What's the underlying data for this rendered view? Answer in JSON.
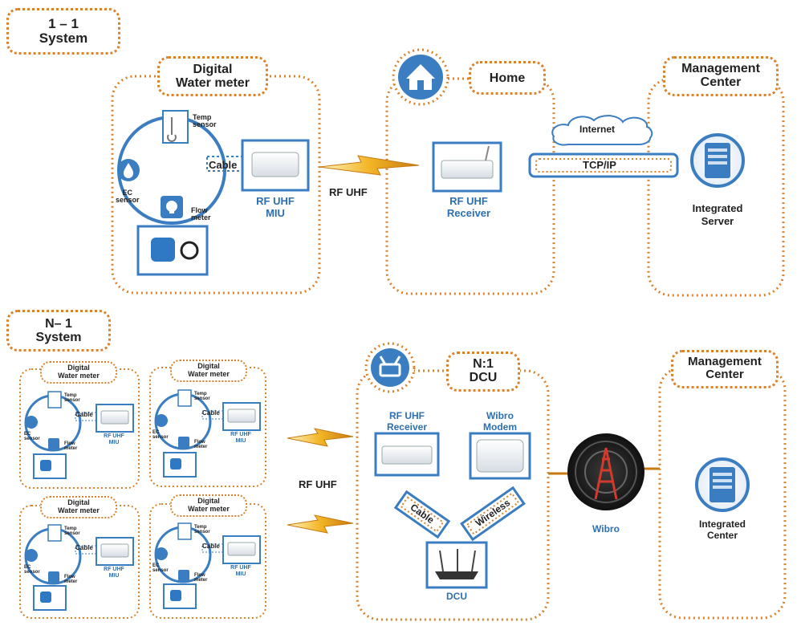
{
  "one_to_one": {
    "system_label": [
      "1 – 1",
      "System"
    ],
    "meter_title": [
      "Digital",
      "Water meter"
    ],
    "temp_sensor": [
      "Temp",
      "sensor"
    ],
    "ec_sensor": [
      "EC",
      "sensor"
    ],
    "flow_meter": [
      "Flow",
      "meter"
    ],
    "cable": "Cable",
    "miu": [
      "RF UHF",
      "MIU"
    ],
    "rf_uhf": "RF UHF",
    "home": "Home",
    "receiver": [
      "RF UHF",
      "Receiver"
    ],
    "internet": "Internet",
    "tcpip": "TCP/IP",
    "management_center": [
      "Management",
      "Center"
    ],
    "server": [
      "Integrated",
      "Server"
    ]
  },
  "n_to_one": {
    "system_label": [
      "N– 1",
      "System"
    ],
    "meter_title": [
      "Digital",
      "Water meter"
    ],
    "temp_sensor": [
      "Temp",
      "sensor"
    ],
    "ec_sensor": [
      "EC",
      "sensor"
    ],
    "flow_meter": [
      "Flow",
      "meter"
    ],
    "cable": "Cable",
    "miu": [
      "RF UHF",
      "MIU"
    ],
    "rf_uhf": "RF UHF",
    "dcu_title": [
      "N:1",
      "DCU"
    ],
    "receiver": [
      "RF UHF",
      "Receiver"
    ],
    "wibro_modem": [
      "Wibro",
      "Modem"
    ],
    "cable_tag": "Cable",
    "wireless_tag": "Wireless",
    "dcu": "DCU",
    "wibro": "Wibro",
    "management_center": [
      "Management",
      "Center"
    ],
    "center": [
      "Integrated",
      "Center"
    ]
  },
  "colors": {
    "orange_dotted": "#d9822b",
    "blue_accent": "#2e6fb0",
    "lightning": "#e8a317"
  }
}
